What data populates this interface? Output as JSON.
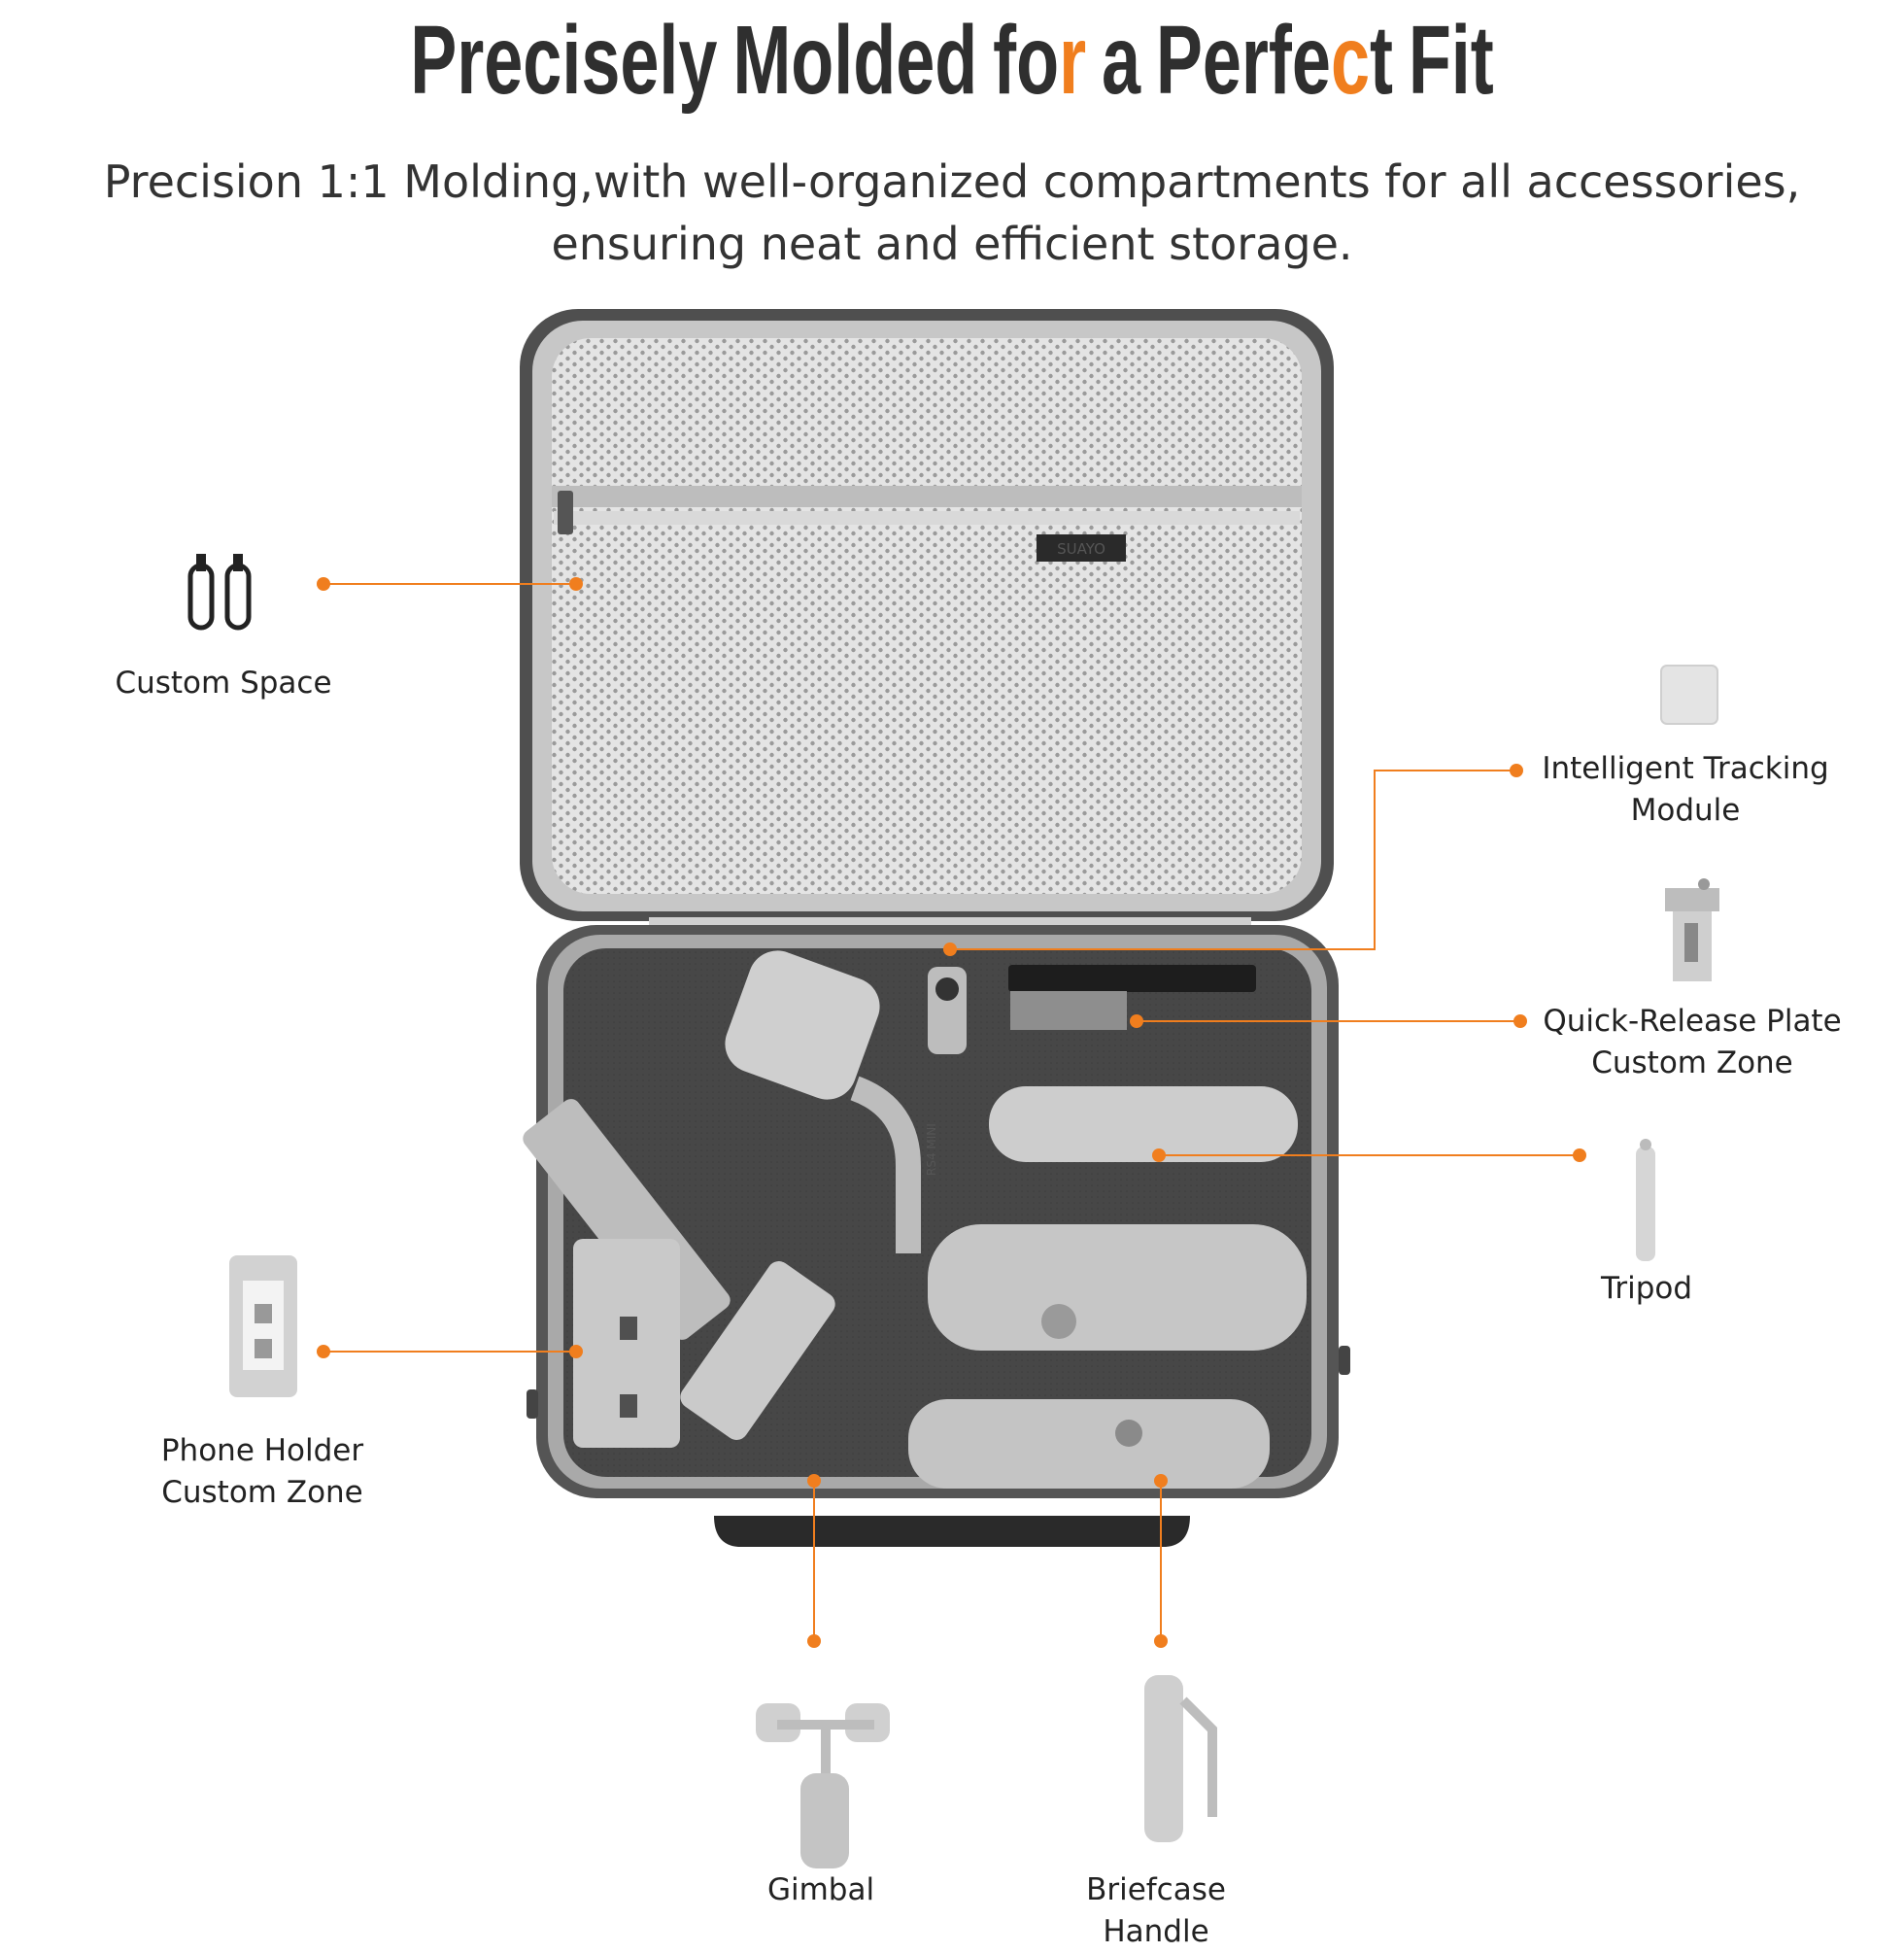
{
  "headline": {
    "parts": [
      "Precisely",
      "Molded",
      "fo",
      "r",
      "a",
      "Perfe",
      "c",
      "t",
      "Fit"
    ]
  },
  "subtitle": {
    "line1": "Precision 1:1 Molding,with well-organized compartments for all accessories,",
    "line2": "ensuring neat and efficient storage."
  },
  "callouts": {
    "custom_space": "Custom Space",
    "tracking_module": "Intelligent Tracking\nModule",
    "quick_release": "Quick-Release Plate\nCustom Zone",
    "tripod": "Tripod",
    "phone_holder": "Phone Holder\nCustom Zone",
    "gimbal": "Gimbal",
    "briefcase_handle": "Briefcase Handle"
  },
  "case_tag_text": "SUAYO",
  "gimbal_model_text": "RS4 MINI",
  "colors": {
    "accent": "#f07e1e",
    "case_shell": "#5a5a5a",
    "mesh": "#d6d6d6",
    "foam": "#444444",
    "device": "#c9c9c9"
  }
}
